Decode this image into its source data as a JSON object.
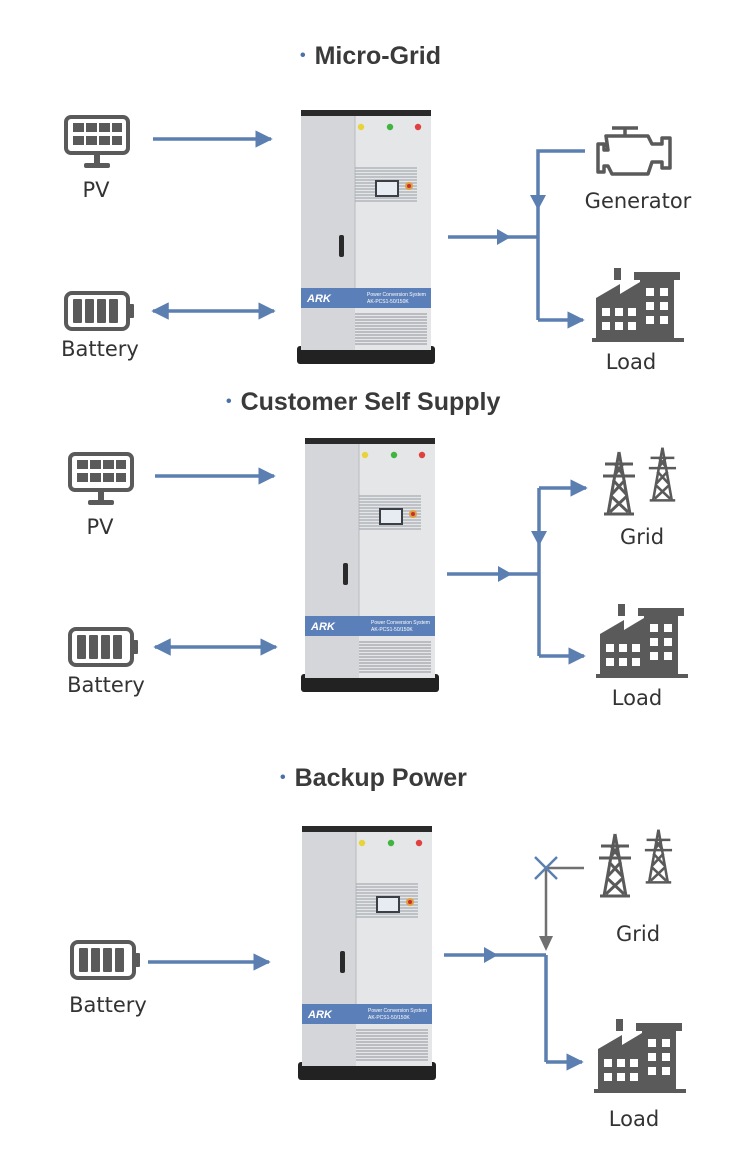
{
  "colors": {
    "arrow": "#5b7fb0",
    "icon": "#5a5a5a",
    "cabinet_band": "#5b7fb8"
  },
  "cabinet": {
    "logo": "ARK",
    "line1": "Power Conversion System",
    "line2": "AK-PCS1-50/150K"
  },
  "sections": [
    {
      "title": "Micro-Grid",
      "inputs": [
        {
          "icon": "solar-panel-icon",
          "label": "PV",
          "direction": "one-way"
        },
        {
          "icon": "battery-icon",
          "label": "Battery",
          "direction": "two-way"
        }
      ],
      "outputs": [
        {
          "icon": "generator-engine-icon",
          "label": "Generator",
          "flow": "in"
        },
        {
          "icon": "factory-icon",
          "label": "Load",
          "flow": "out"
        }
      ]
    },
    {
      "title": "Customer Self Supply",
      "inputs": [
        {
          "icon": "solar-panel-icon",
          "label": "PV",
          "direction": "one-way"
        },
        {
          "icon": "battery-icon",
          "label": "Battery",
          "direction": "two-way"
        }
      ],
      "outputs": [
        {
          "icon": "transmission-tower-icon",
          "label": "Grid",
          "flow": "out"
        },
        {
          "icon": "factory-icon",
          "label": "Load",
          "flow": "out"
        }
      ]
    },
    {
      "title": "Backup Power",
      "inputs": [
        {
          "icon": "battery-icon",
          "label": "Battery",
          "direction": "one-way"
        }
      ],
      "outputs": [
        {
          "icon": "transmission-tower-icon",
          "label": "Grid",
          "flow": "disconnected"
        },
        {
          "icon": "factory-icon",
          "label": "Load",
          "flow": "out"
        }
      ]
    }
  ]
}
